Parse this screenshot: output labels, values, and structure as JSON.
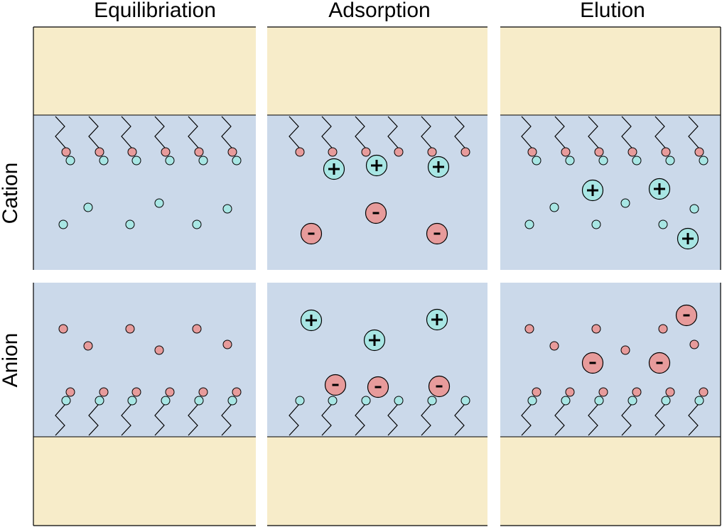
{
  "columns": [
    "Equilibriation",
    "Adsorption",
    "Elution"
  ],
  "rows": [
    "Cation",
    "Anion"
  ],
  "colors": {
    "matrix": "#f7ecc9",
    "buffer": "#cbd9ea",
    "positive": "#a8e6e4",
    "negative": "#e79b9b",
    "outline": "#000000"
  },
  "signs": {
    "positive": "+",
    "negative": "-"
  }
}
